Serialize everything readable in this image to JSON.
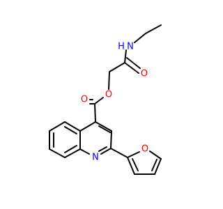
{
  "molecule": {
    "atoms": {
      "ethyl_N": {
        "label": "N",
        "color": "#0000ff"
      },
      "ethyl_H": {
        "label": "H",
        "color": "#0000ff"
      },
      "amide_O": {
        "label": "O",
        "color": "#ff0000"
      },
      "ester_O_dbl": {
        "label": "O",
        "color": "#ff0000"
      },
      "ester_O": {
        "label": "O",
        "color": "#ff0000"
      },
      "quinoline_N": {
        "label": "N",
        "color": "#0000ff"
      },
      "furan_O": {
        "label": "O",
        "color": "#ff0000"
      }
    },
    "bond_color": "#000000"
  }
}
